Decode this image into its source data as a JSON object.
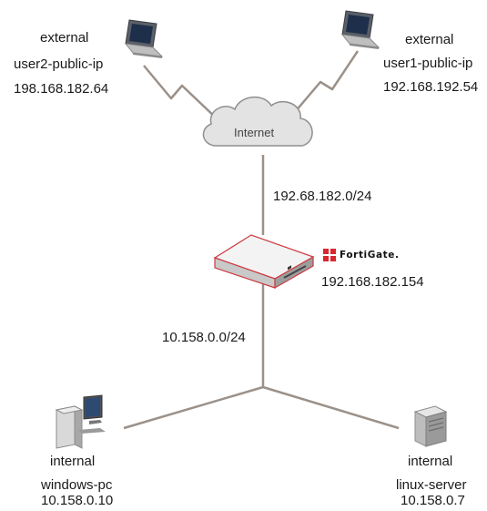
{
  "nodes": {
    "user2": {
      "zone": "external",
      "name": "user2-public-ip",
      "ip": "198.168.182.64"
    },
    "user1": {
      "zone": "external",
      "name": "user1-public-ip",
      "ip": "192.168.192.54"
    },
    "internet": {
      "label": "Internet"
    },
    "fortigate": {
      "brand": "FortiGate.",
      "ip": "192.168.182.154"
    },
    "windows_pc": {
      "zone": "internal",
      "name": "windows-pc",
      "ip": "10.158.0.10"
    },
    "linux_server": {
      "zone": "internal",
      "name": "linux-server",
      "ip": "10.158.0.7"
    }
  },
  "links": {
    "wan_subnet": "192.68.182.0/24",
    "lan_subnet": "10.158.0.0/24"
  },
  "colors": {
    "link": "#9b9189",
    "cloud_fill": "#e3e3e3",
    "cloud_stroke": "#8f8f8f",
    "fortigate_accent": "#d7282f",
    "device_body": "#cfcfcf"
  },
  "icons": [
    "laptop-icon",
    "cloud-icon",
    "fortigate-appliance-icon",
    "desktop-pc-icon",
    "server-tower-icon"
  ]
}
